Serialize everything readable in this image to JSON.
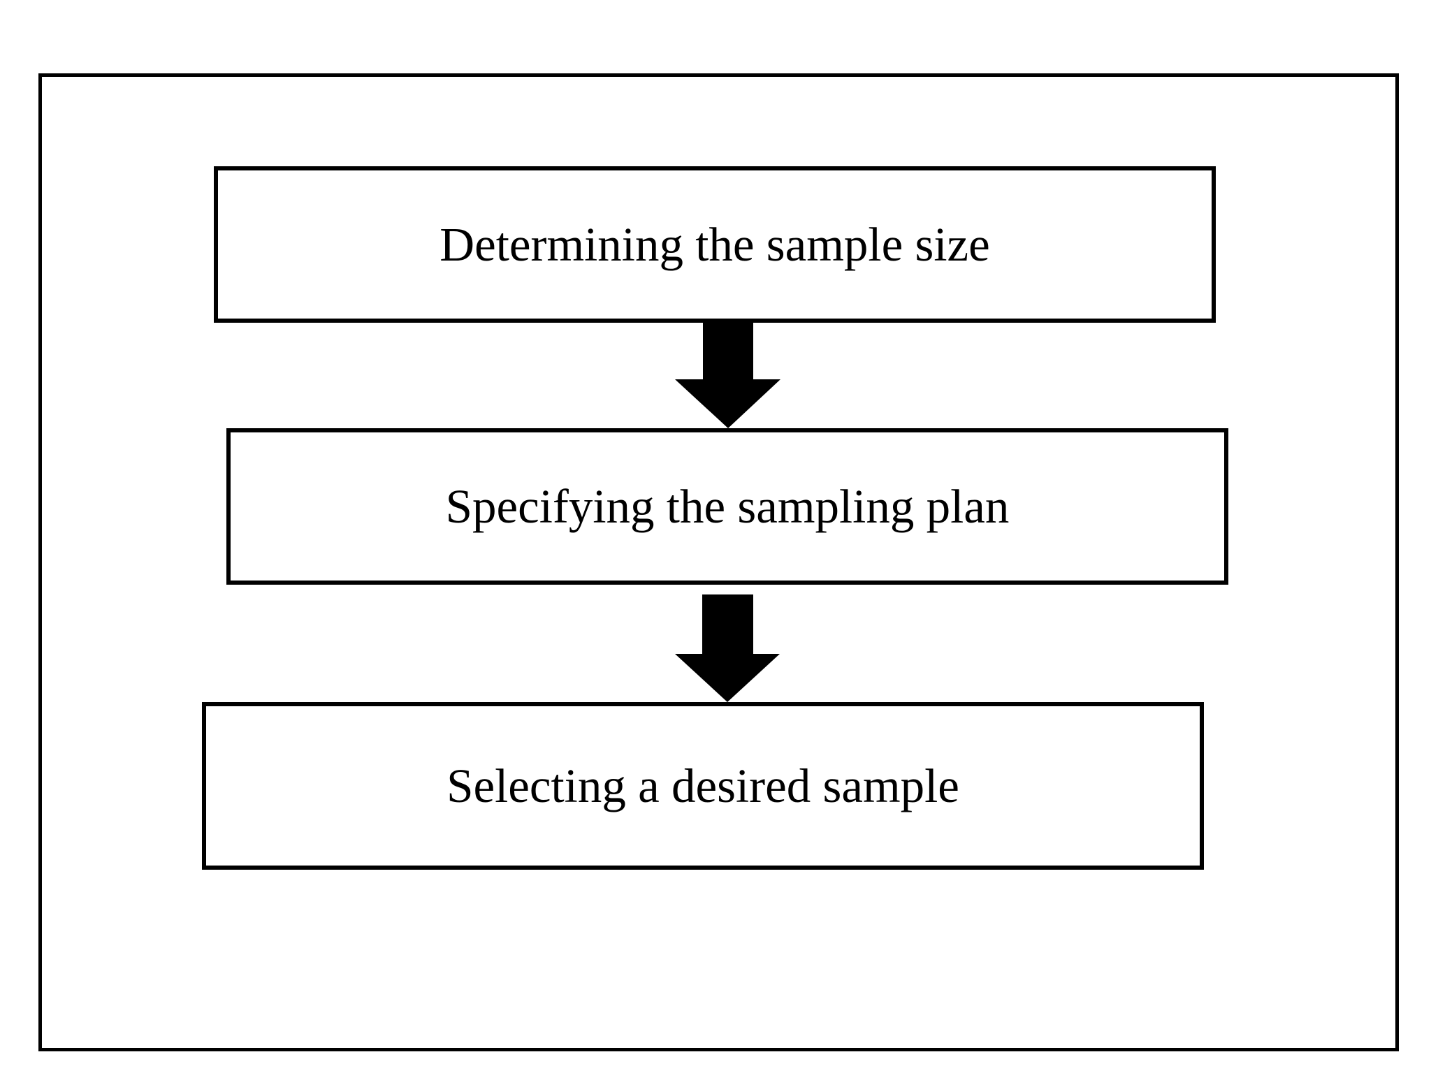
{
  "diagram": {
    "type": "flowchart",
    "direction": "top-down",
    "steps": [
      {
        "id": "step-1",
        "label": "Determining the sample size"
      },
      {
        "id": "step-2",
        "label": "Specifying the sampling plan"
      },
      {
        "id": "step-3",
        "label": "Selecting a desired sample"
      }
    ],
    "connectors": [
      {
        "from": "step-1",
        "to": "step-2",
        "shape": "solid-block-arrow-down"
      },
      {
        "from": "step-2",
        "to": "step-3",
        "shape": "solid-block-arrow-down"
      }
    ],
    "colors": {
      "background": "#ffffff",
      "border": "#000000",
      "text": "#000000",
      "arrow": "#000000"
    }
  }
}
